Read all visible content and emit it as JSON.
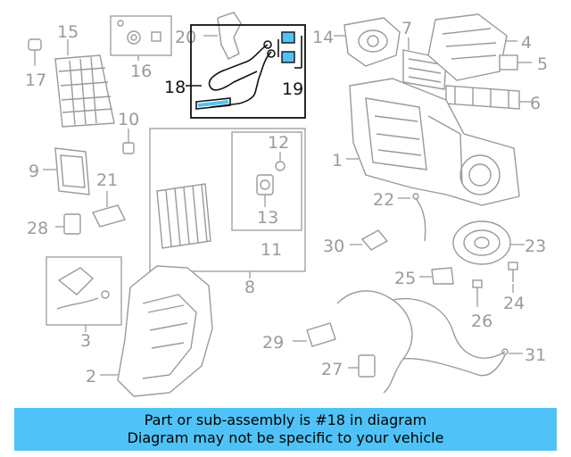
{
  "diagram": {
    "labels": [
      "1",
      "2",
      "3",
      "4",
      "5",
      "6",
      "7",
      "8",
      "9",
      "10",
      "11",
      "12",
      "13",
      "14",
      "15",
      "16",
      "17",
      "18",
      "19",
      "20",
      "21",
      "22",
      "23",
      "24",
      "25",
      "26",
      "27",
      "28",
      "29",
      "30",
      "31"
    ],
    "highlighted": [
      "18",
      "19"
    ],
    "highlight_color": "#4fc3f7"
  },
  "banner": {
    "line1": "Part or sub-assembly is #18 in diagram",
    "line2": "Diagram may not be specific to your vehicle",
    "background": "#4fc3f7"
  }
}
